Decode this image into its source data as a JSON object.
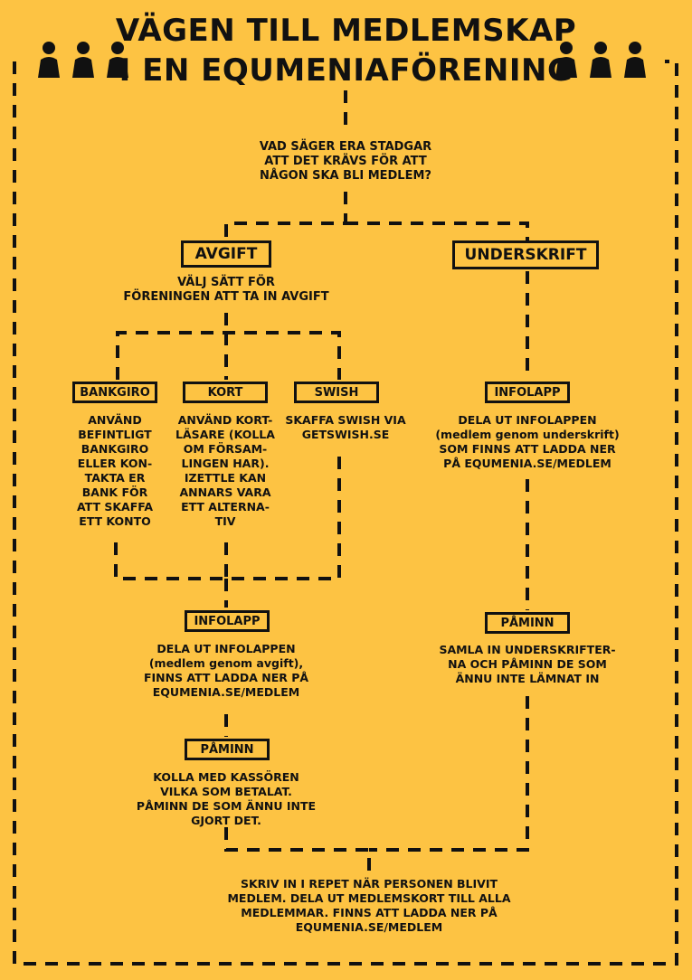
{
  "title": {
    "line1": "VÄGEN TILL MEDLEMSKAP",
    "line2": "I EN EQUMENIAFÖRENING"
  },
  "start_question": "VAD SÄGER ERA STADGAR\nATT DET KRÄVS FÖR ATT\nNÅGON SKA BLI MEDLEM?",
  "avgift": {
    "label": "AVGIFT",
    "instruction": "VÄLJ SÄTT FÖR\nFÖRENINGEN ATT TA IN AVGIFT",
    "bankgiro": {
      "label": "BANKGIRO",
      "text": "ANVÄND\nBEFINTLIGT\nBANKGIRO\nELLER KON-\nTAKTA ER\nBANK FÖR\nATT SKAFFA\nETT KONTO"
    },
    "kort": {
      "label": "KORT",
      "text": "ANVÄND KORT-\nLÄSARE (KOLLA\nOM FÖRSAM-\nLINGEN HAR).\nIZETTLE KAN\nANNARS VARA\nETT ALTERNA-\nTIV"
    },
    "swish": {
      "label": "SWISH",
      "text": "SKAFFA SWISH VIA\nGETSWISH.SE"
    },
    "infolapp": {
      "label": "INFOLAPP",
      "text": "DELA UT INFOLAPPEN\n(medlem genom avgift),\nFINNS ATT LADDA NER PÅ\nEQUMENIA.SE/MEDLEM"
    },
    "paminn": {
      "label": "PÅMINN",
      "text": "KOLLA MED KASSÖREN\nVILKA SOM BETALAT.\nPÅMINN DE SOM ÄNNU INTE\nGJORT DET."
    }
  },
  "underskrift": {
    "label": "UNDERSKRIFT",
    "infolapp": {
      "label": "INFOLAPP",
      "text": "DELA UT INFOLAPPEN\n(medlem genom underskrift)\nSOM FINNS ATT LADDA NER\nPÅ EQUMENIA.SE/MEDLEM"
    },
    "paminn": {
      "label": "PÅMINN",
      "text": "SAMLA IN UNDERSKRIFTER-\nNA OCH PÅMINN DE SOM\nÄNNU INTE LÄMNAT IN"
    }
  },
  "final_step": "SKRIV IN I REPET NÄR PERSONEN BLIVIT\nMEDLEM. DELA UT MEDLEMSKORT  TILL ALLA\nMEDLEMMAR.  FINNS ATT LADDA NER PÅ\nEQUMENIA.SE/MEDLEM",
  "icons": [
    "person-icon"
  ],
  "colors": {
    "background": "#FDC343",
    "ink": "#111111"
  }
}
